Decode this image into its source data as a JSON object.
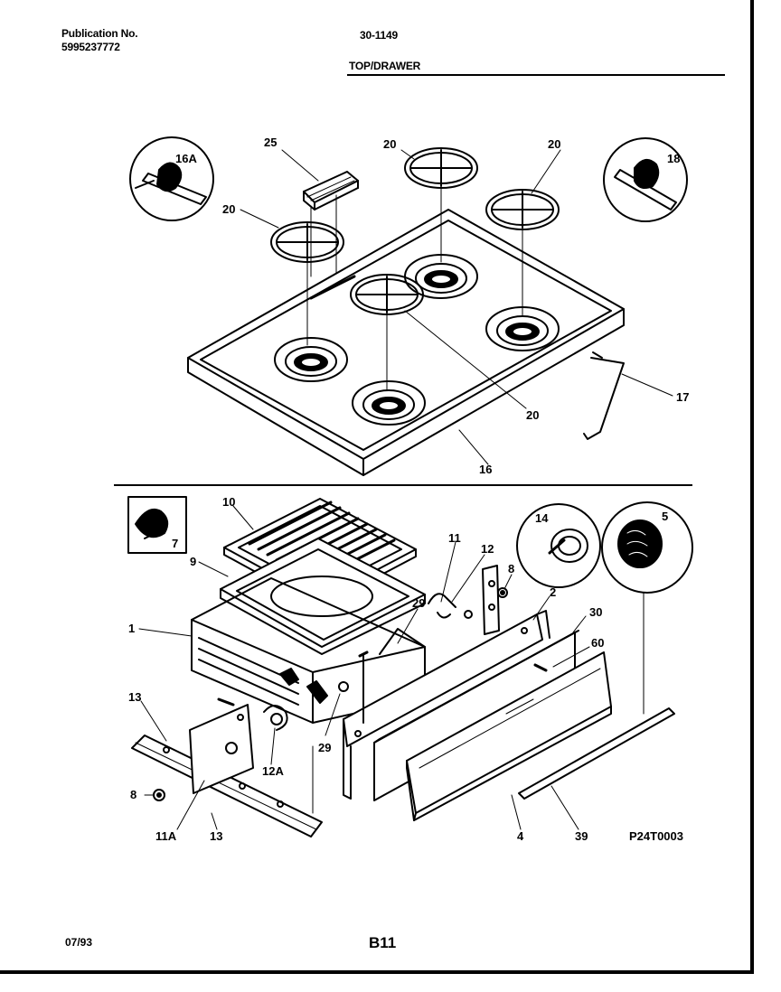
{
  "header": {
    "publication_label": "Publication No.",
    "publication_number": "5995237772",
    "model_number": "30-1149",
    "section_title": "TOP/DRAWER"
  },
  "footer": {
    "date": "07/93",
    "page_code": "B11",
    "reference_code": "P24T0003"
  },
  "callouts": {
    "c16a": "16A",
    "c25": "25",
    "c20_a": "20",
    "c20_b": "20",
    "c20_c": "20",
    "c20_d": "20",
    "c18": "18",
    "c17": "17",
    "c16": "16",
    "c10": "10",
    "c7": "7",
    "c9_a": "9",
    "c11": "11",
    "c12": "12",
    "c8_a": "8",
    "c14": "14",
    "c5": "5",
    "c2": "2",
    "c30": "30",
    "c60": "60",
    "c1": "1",
    "c29_a": "29",
    "c29_b": "29",
    "c13_a": "13",
    "c12a": "12A",
    "c8_b": "8",
    "c11a": "11A",
    "c13_b": "13",
    "c4": "4",
    "c39": "39"
  }
}
